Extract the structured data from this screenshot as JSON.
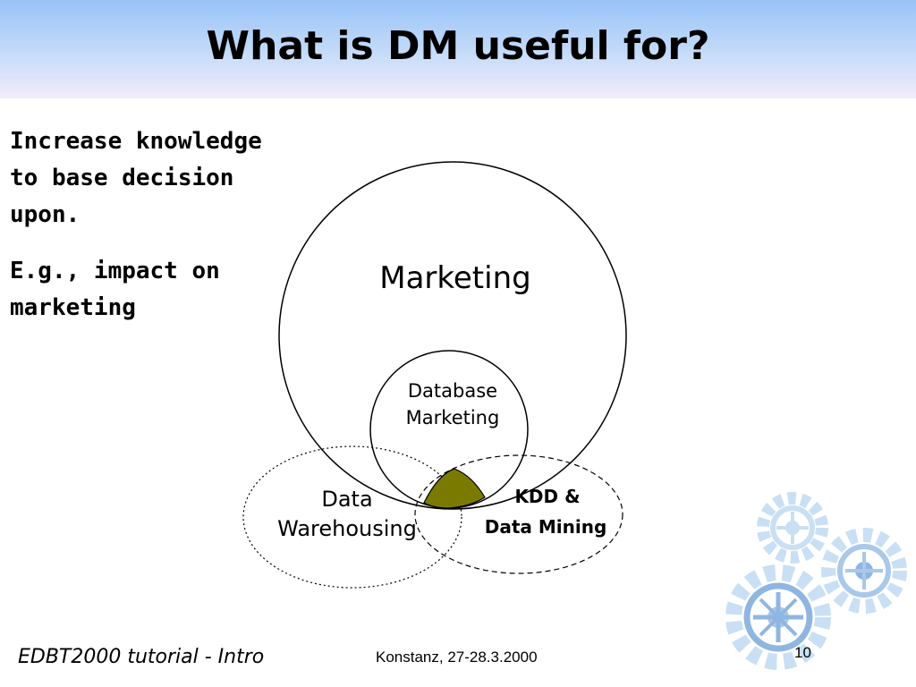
{
  "slide": {
    "title": "What is DM useful for?",
    "bullets": [
      {
        "lines": [
          "Increase knowledge",
          "to base decision",
          "upon."
        ]
      },
      {
        "lines": [
          "E.g., impact on",
          "marketing"
        ]
      }
    ]
  },
  "diagram": {
    "marketing": "Marketing",
    "database_marketing": [
      "Database",
      "Marketing"
    ],
    "data_warehousing": [
      "Data",
      "Warehousing"
    ],
    "kdd_data_mining": [
      "KDD &",
      "Data Mining"
    ],
    "colors": {
      "intersection_fill": "#7a7a00",
      "gear_light": "#c9dff4",
      "gear_dark": "#8fb6e0"
    }
  },
  "footer": {
    "left": "EDBT2000 tutorial - Intro",
    "center": "Konstanz, 27-28.3.2000",
    "page_number": "10"
  }
}
